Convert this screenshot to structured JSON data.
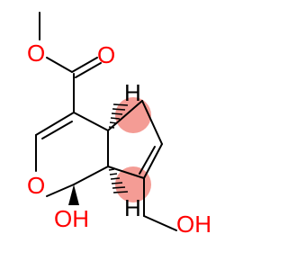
{
  "molecule": {
    "atom_labels": {
      "ester_o_single": "O",
      "ester_o_double": "O",
      "ring_o": "O",
      "hydroxyl_o": "OH",
      "hydroxymethyl_o": "OH",
      "h_top": "H",
      "h_bottom": "H"
    },
    "colors": {
      "bond": "#000000",
      "oxygen": "#ff0000",
      "hydrogen": "#000000",
      "stereo_highlight": "#f28b82"
    }
  }
}
